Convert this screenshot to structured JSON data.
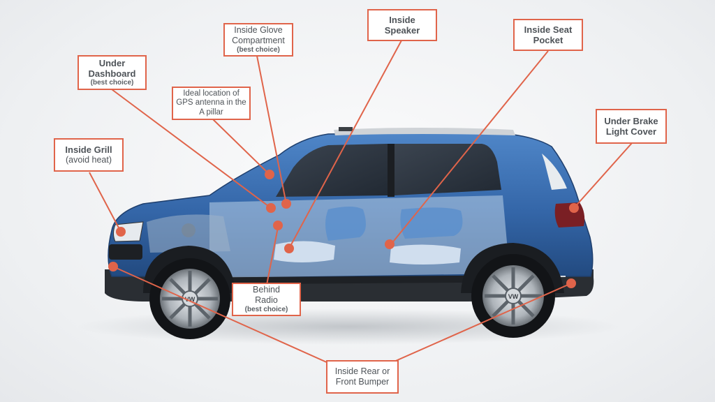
{
  "colors": {
    "accent": "#e0644a",
    "car_body": "#3a6eb0",
    "label_text": "#4e5358",
    "background": "#f4f5f7"
  },
  "callouts": {
    "under_dashboard": {
      "title_line1": "Under",
      "title_line2": "Dashboard",
      "note": "(best choice)"
    },
    "inside_glove": {
      "line1": "Inside Glove",
      "line2": "Compartment",
      "note": "(best choice)"
    },
    "inside_speaker": {
      "line1": "Inside",
      "line2": "Speaker"
    },
    "inside_seat_pocket": {
      "line1": "Inside Seat",
      "line2": "Pocket"
    },
    "gps_antenna": {
      "line1": "Ideal location of",
      "line2": "GPS antenna in the",
      "line3": "A pillar"
    },
    "inside_grill": {
      "line1": "Inside Grill",
      "note": "(avoid heat)"
    },
    "under_brake_light": {
      "line1": "Under Brake",
      "line2": "Light Cover"
    },
    "behind_radio": {
      "line1": "Behind",
      "line2": "Radio",
      "note": "(best choice)"
    },
    "bumper": {
      "line1": "Inside Rear or",
      "line2": "Front Bumper"
    }
  },
  "car": {
    "wheel_logo": "VW"
  }
}
